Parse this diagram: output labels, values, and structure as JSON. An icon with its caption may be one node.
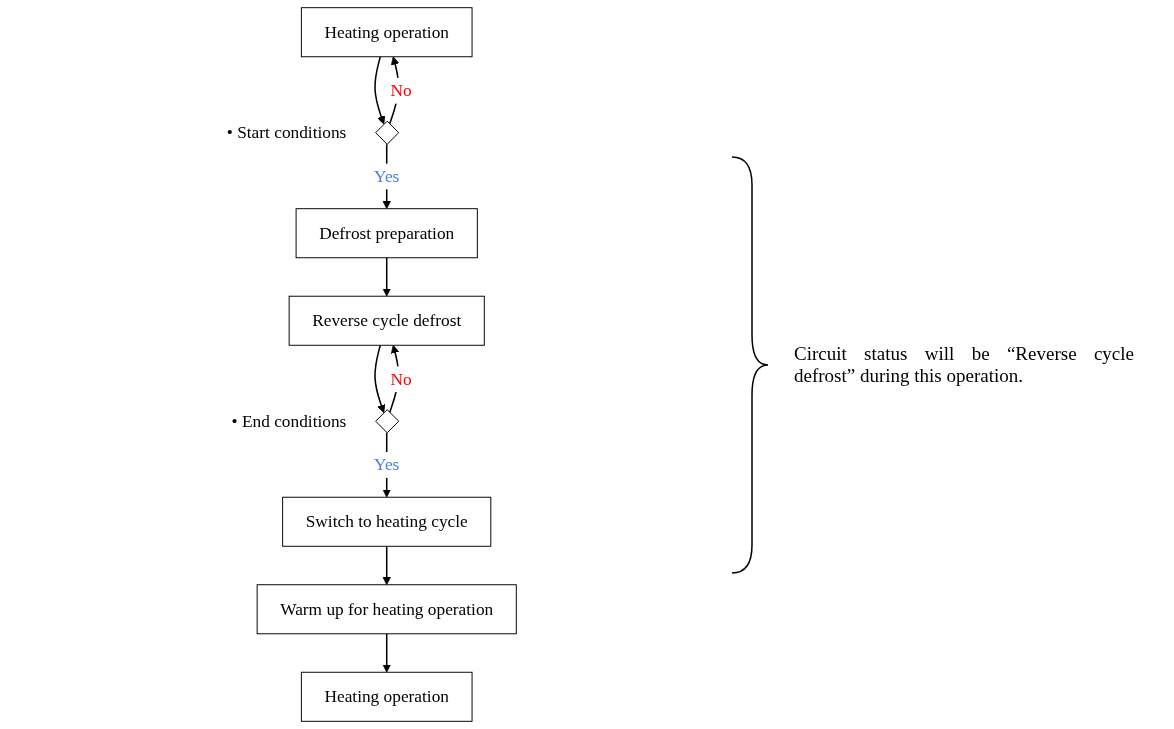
{
  "diagram": {
    "nodes": [
      {
        "text": [
          "Heating operation"
        ]
      },
      {
        "text": [],
        "shape": "diamond",
        "beside": [
          "• Start conditions"
        ]
      },
      {
        "text": [
          "Defrost preparation"
        ]
      },
      {
        "text": [
          "Reverse cycle defrost"
        ]
      },
      {
        "text": [],
        "shape": "diamond",
        "beside": [
          "• End conditions"
        ]
      },
      {
        "text": [
          "Switch to heating cycle"
        ]
      },
      {
        "text": [
          "Warm up for heating operation"
        ]
      },
      {
        "text": [
          "Heating operation"
        ]
      }
    ],
    "edges": [
      {
        "from": 0,
        "to": 1,
        "arrow": "to"
      },
      {
        "from": 1,
        "to": 0,
        "label": "No",
        "arrow": "to"
      },
      {
        "from": 1,
        "to": 2,
        "label": "Yes",
        "arrow": "to"
      },
      {
        "from": 2,
        "to": 3,
        "arrow": "to"
      },
      {
        "from": 3,
        "to": 4,
        "arrow": "to"
      },
      {
        "from": 4,
        "to": 3,
        "label": "No",
        "arrow": "to"
      },
      {
        "from": 4,
        "to": 5,
        "label": "Yes",
        "arrow": "to"
      },
      {
        "from": 5,
        "to": 6,
        "arrow": "to"
      },
      {
        "from": 6,
        "to": 7,
        "arrow": "to"
      }
    ],
    "labels": [
      "Circuit status will be “Reverse cycle defrost” during this operation."
    ]
  }
}
